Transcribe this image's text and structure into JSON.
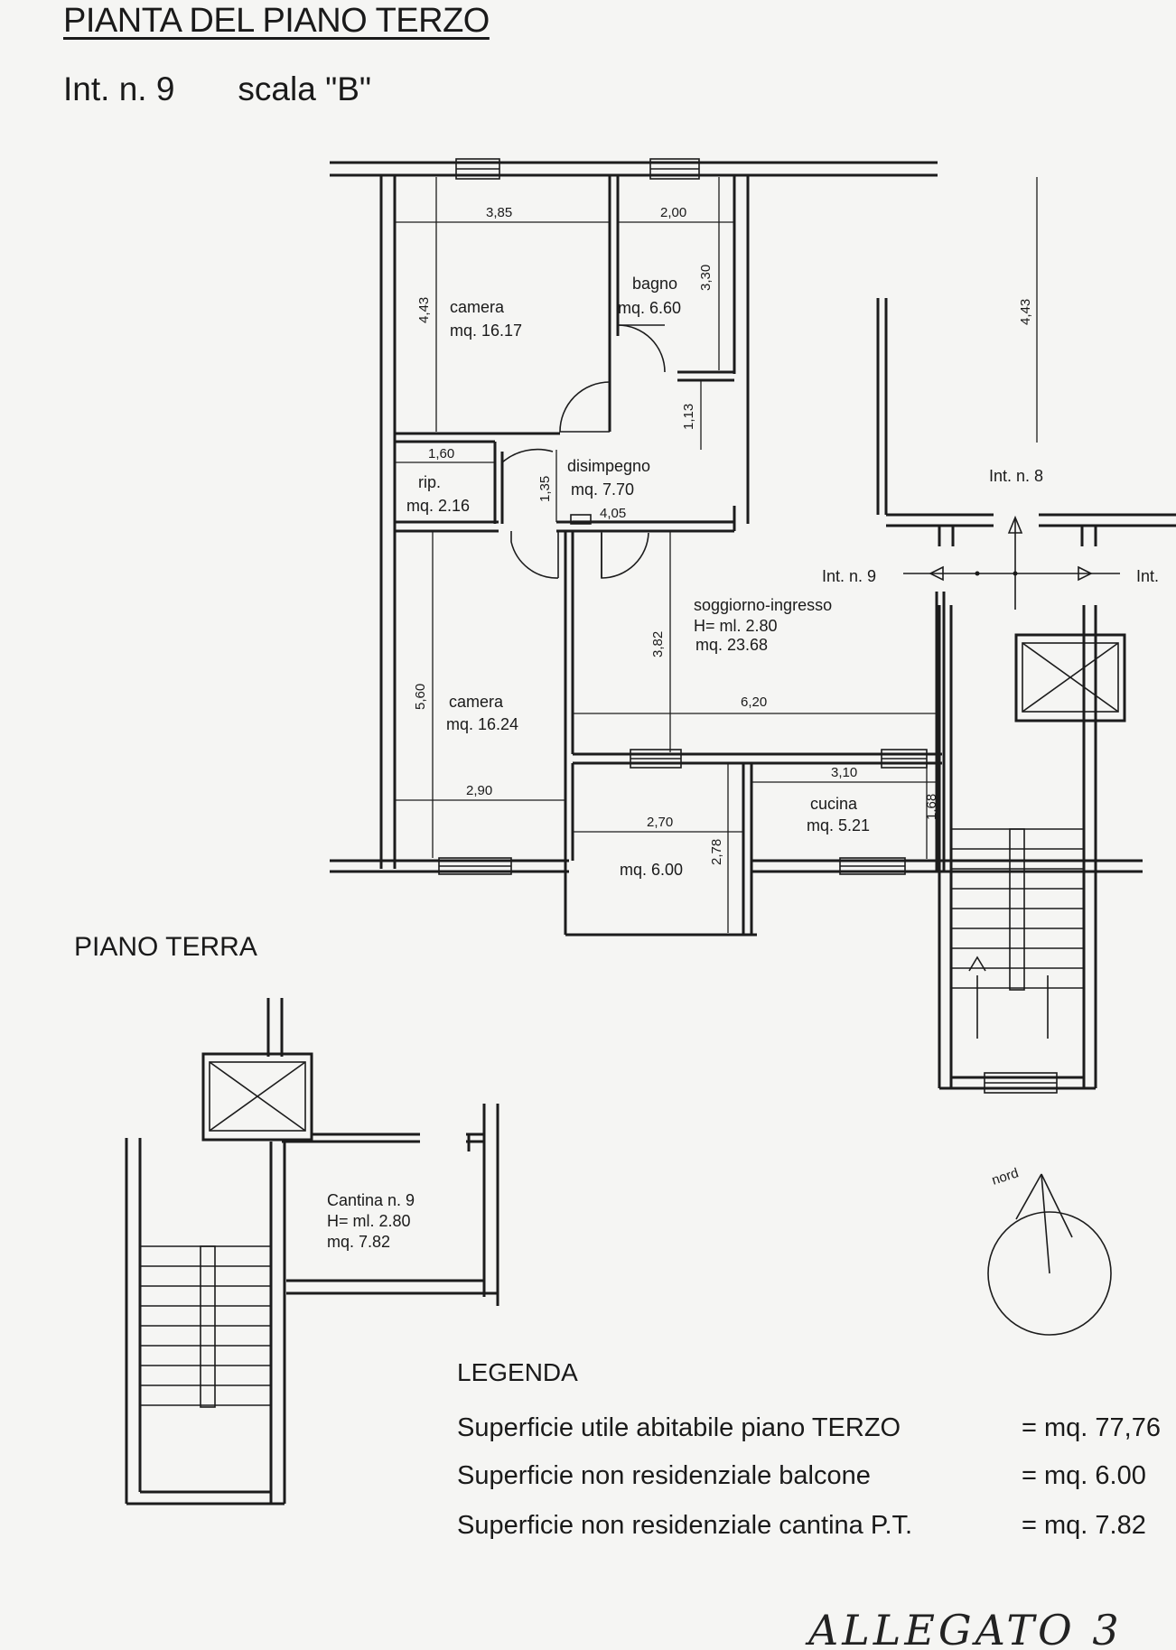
{
  "header": {
    "title": "PIANTA DEL PIANO TERZO",
    "interno": "Int.  n. 9",
    "scala": "scala \"B\""
  },
  "rooms": {
    "camera_top": {
      "name": "camera",
      "area": "mq. 16.17"
    },
    "bagno": {
      "name": "bagno",
      "area": "mq. 6.60"
    },
    "rip": {
      "name": "rip.",
      "area": "mq. 2.16"
    },
    "disimpegno": {
      "name": "disimpegno",
      "area": "mq. 7.70"
    },
    "soggiorno": {
      "name": "soggiorno-ingresso",
      "height": "H= ml. 2.80",
      "area": "mq. 23.68"
    },
    "camera_bottom": {
      "name": "camera",
      "area": "mq. 16.24"
    },
    "cucina": {
      "name": "cucina",
      "area": "mq. 5.21"
    },
    "balcone": {
      "area": "mq. 6.00"
    },
    "cantina": {
      "name": "Cantina  n. 9",
      "height": "H= ml. 2.80",
      "area": "mq. 7.82"
    }
  },
  "dimensions": {
    "d385": "3,85",
    "d200": "2,00",
    "d330": "3,30",
    "d443a": "4,43",
    "d443b": "4,43",
    "d113": "1,13",
    "d160": "1,60",
    "d135": "1,35",
    "d405": "4,05",
    "d382": "3,82",
    "d620": "6,20",
    "d560": "5,60",
    "d290": "2,90",
    "d270": "2,70",
    "d278": "2,78",
    "d310": "3,10",
    "d168": "1,68"
  },
  "access": {
    "int8": "Int.  n. 8",
    "int9": "Int.  n. 9",
    "int_partial": "Int."
  },
  "ground_floor": {
    "title": "PIANO TERRA"
  },
  "compass": {
    "label": "nord"
  },
  "legend": {
    "title": "LEGENDA",
    "rows": [
      {
        "label": "Superficie utile abitabile piano TERZO",
        "value": "= mq. 77,76"
      },
      {
        "label": "Superficie  non residenziale balcone",
        "value": "= mq.   6.00"
      },
      {
        "label": "Superficie  non residenziale cantina P.T.",
        "value": "= mq.   7.82"
      }
    ]
  },
  "annex": "ALLEGATO 3"
}
